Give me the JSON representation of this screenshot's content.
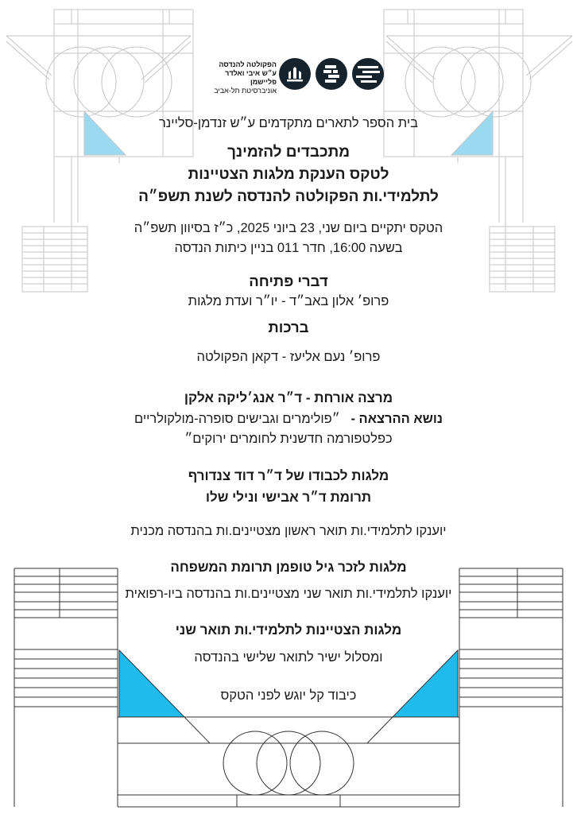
{
  "logos": {
    "faculty_line1": "הפקולטה להנדסה",
    "faculty_line2": "ע״ש איבי ואלדר פליישמן",
    "faculty_line3": "אוניברסיטת תל-אביב",
    "icons": [
      "tau-university-icon",
      "engineering-faculty-icon",
      "engineering-lines-icon"
    ]
  },
  "header": {
    "school": "בית הספר לתארים מתקדמים ע״ש זנדמן-סליינר",
    "title_line1": "מתכבדים להזמינך",
    "title_line2": "לטקס הענקת מלגות הצטיינות",
    "title_line3": "לתלמידי.ות הפקולטה להנדסה לשנת תשפ״ה",
    "date_line": "הטקס יתקיים ביום שני, 23 ביוני 2025, כ״ז בסיוון תשפ״ה",
    "place_line": "בשעה 16:00, חדר 011 בניין כיתות הנדסה"
  },
  "program": {
    "opening_title": "דברי פתיחה",
    "opening_speaker": "פרופ׳ אלון באב״ד - יו״ר ועדת מלגות",
    "greetings_title": "ברכות",
    "greetings_speaker": "פרופ׳ נעם אליעז - דקאן הפקולטה",
    "lecture_guest": "מרצה אורחת - ד״ר אנג׳ליקה אלקן",
    "lecture_topic_label": "נושא ההרצאה -",
    "lecture_topic_line1": "״פולימרים וגבישים סופרה-מולקולריים",
    "lecture_topic_line2": "כפלטפורמה חדשנית לחומרים ירוקים״",
    "award1_title": "מלגות לכבודו של ד״ר דוד צנדורף",
    "award1_donors": "תרומת ד״ר אבישי ונילי שלו",
    "award1_recipients": "יוענקו לתלמידי.ות תואר ראשון מצטיינים.ות בהנדסה מכנית",
    "award2_title": "מלגות לזכר גיל טופמן תרומת המשפחה",
    "award2_recipients": "יוענקו לתלמידי.ות תואר שני מצטיינים.ות בהנדסה ביו-רפואית",
    "award3_title": "מלגות הצטיינות לתלמידי.ות תואר שני",
    "award3_recipients": "ומסלול ישיר לתואר שלישי בהנדסה",
    "refreshments": "כיבוד קל יוגש לפני הטקס"
  },
  "colors": {
    "line_gray": "#c6c6c6",
    "line_dark": "#333333",
    "triangle_light": "#9ad9f0",
    "triangle_bright": "#1ebbec",
    "logo_dark": "#16222c"
  }
}
